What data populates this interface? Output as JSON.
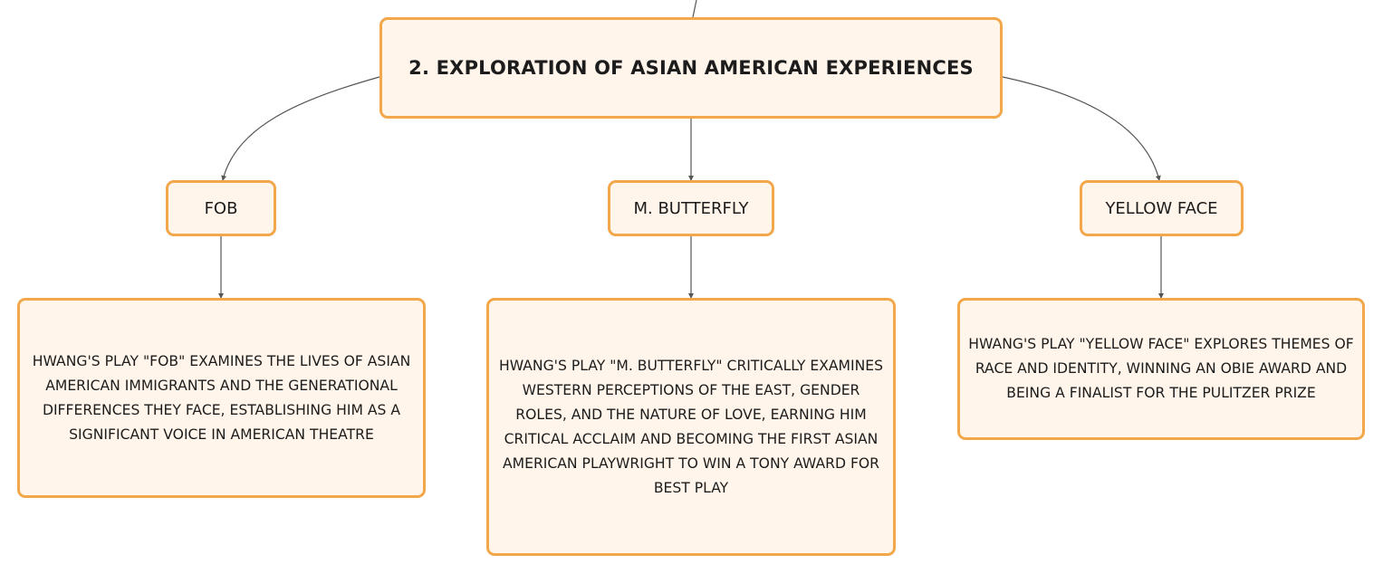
{
  "diagram": {
    "root": {
      "label": "2. Exploration of Asian American Experiences"
    },
    "branches": [
      {
        "label": "FOB",
        "detail": "Hwang's play \"FOB\" examines the lives of Asian American immigrants and the generational differences they face, establishing him as a significant voice in American theatre"
      },
      {
        "label": "M. Butterfly",
        "detail": "Hwang's play \"M. Butterfly\" critically examines Western perceptions of the East, gender roles, and the nature of love, earning him critical acclaim and becoming the first Asian American playwright to win a Tony Award for Best Play"
      },
      {
        "label": "Yellow Face",
        "detail": "Hwang's play \"Yellow Face\" explores themes of race and identity, winning an Obie Award and being a finalist for the Pulitzer Prize"
      }
    ],
    "colors": {
      "node_fill": "#fff5ea",
      "node_border": "#f2a74b",
      "connector": "#555555",
      "text": "#1c1c1c"
    }
  }
}
